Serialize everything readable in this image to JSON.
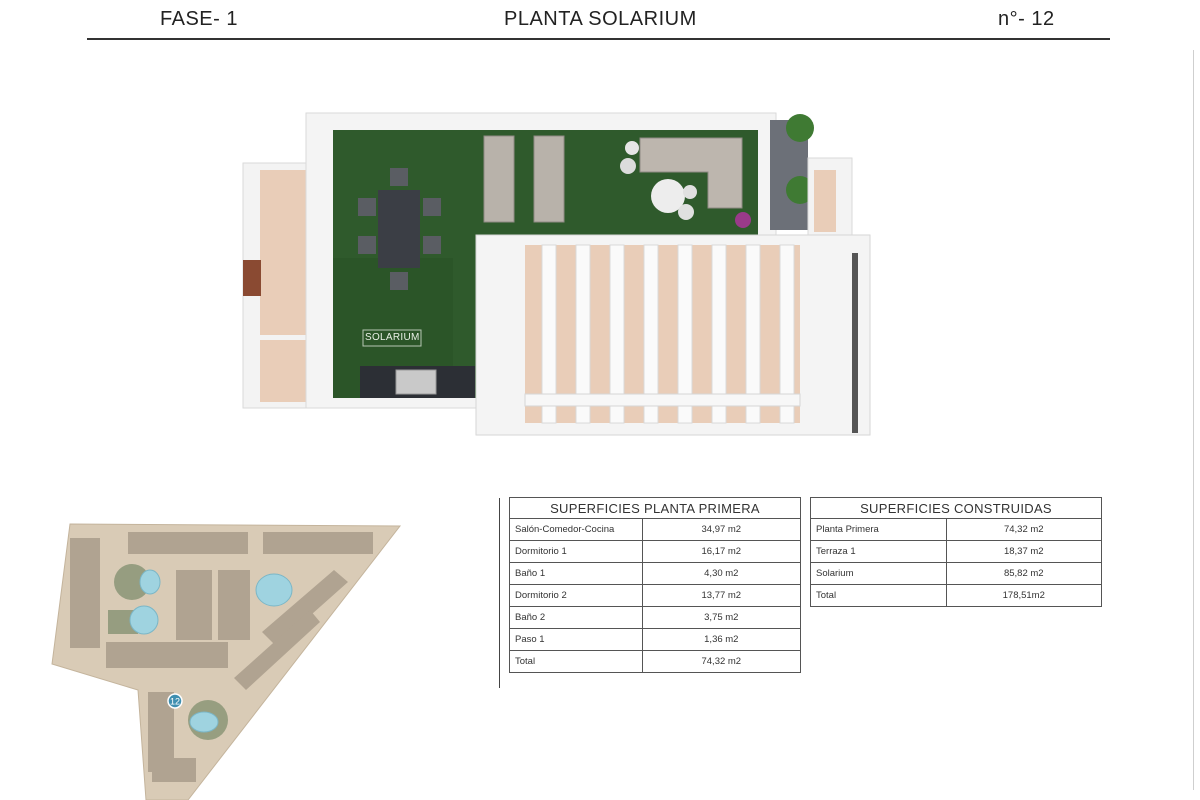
{
  "header": {
    "phase": "FASE- 1",
    "title": "PLANTA SOLARIUM",
    "number": "n°- 12"
  },
  "plan": {
    "room_label": "SOLARIUM"
  },
  "table_primera": {
    "title": "SUPERFICIES PLANTA PRIMERA",
    "rows": [
      {
        "label": "Salón-Comedor-Cocina",
        "value": "34,97 m2"
      },
      {
        "label": "Dormitorio 1",
        "value": "16,17 m2"
      },
      {
        "label": "Baño 1",
        "value": "4,30 m2"
      },
      {
        "label": "Dormitorio 2",
        "value": "13,77 m2"
      },
      {
        "label": "Baño 2",
        "value": "3,75 m2"
      },
      {
        "label": "Paso 1",
        "value": "1,36 m2"
      },
      {
        "label": "Total",
        "value": "74,32 m2"
      }
    ]
  },
  "table_construidas": {
    "title": "SUPERFICIES CONSTRUIDAS",
    "rows": [
      {
        "label": "Planta Primera",
        "value": "74,32 m2"
      },
      {
        "label": "Terraza 1",
        "value": "18,37 m2"
      },
      {
        "label": "Solarium",
        "value": "85,82 m2"
      },
      {
        "label": "Total",
        "value": "178,51m2"
      }
    ]
  },
  "site_map": {
    "unit_marker": "12"
  },
  "colors": {
    "grass": "#2f5a2c",
    "wood": "#e8cdb8",
    "wall": "#f2f2f2",
    "water": "#9fd3e0"
  }
}
